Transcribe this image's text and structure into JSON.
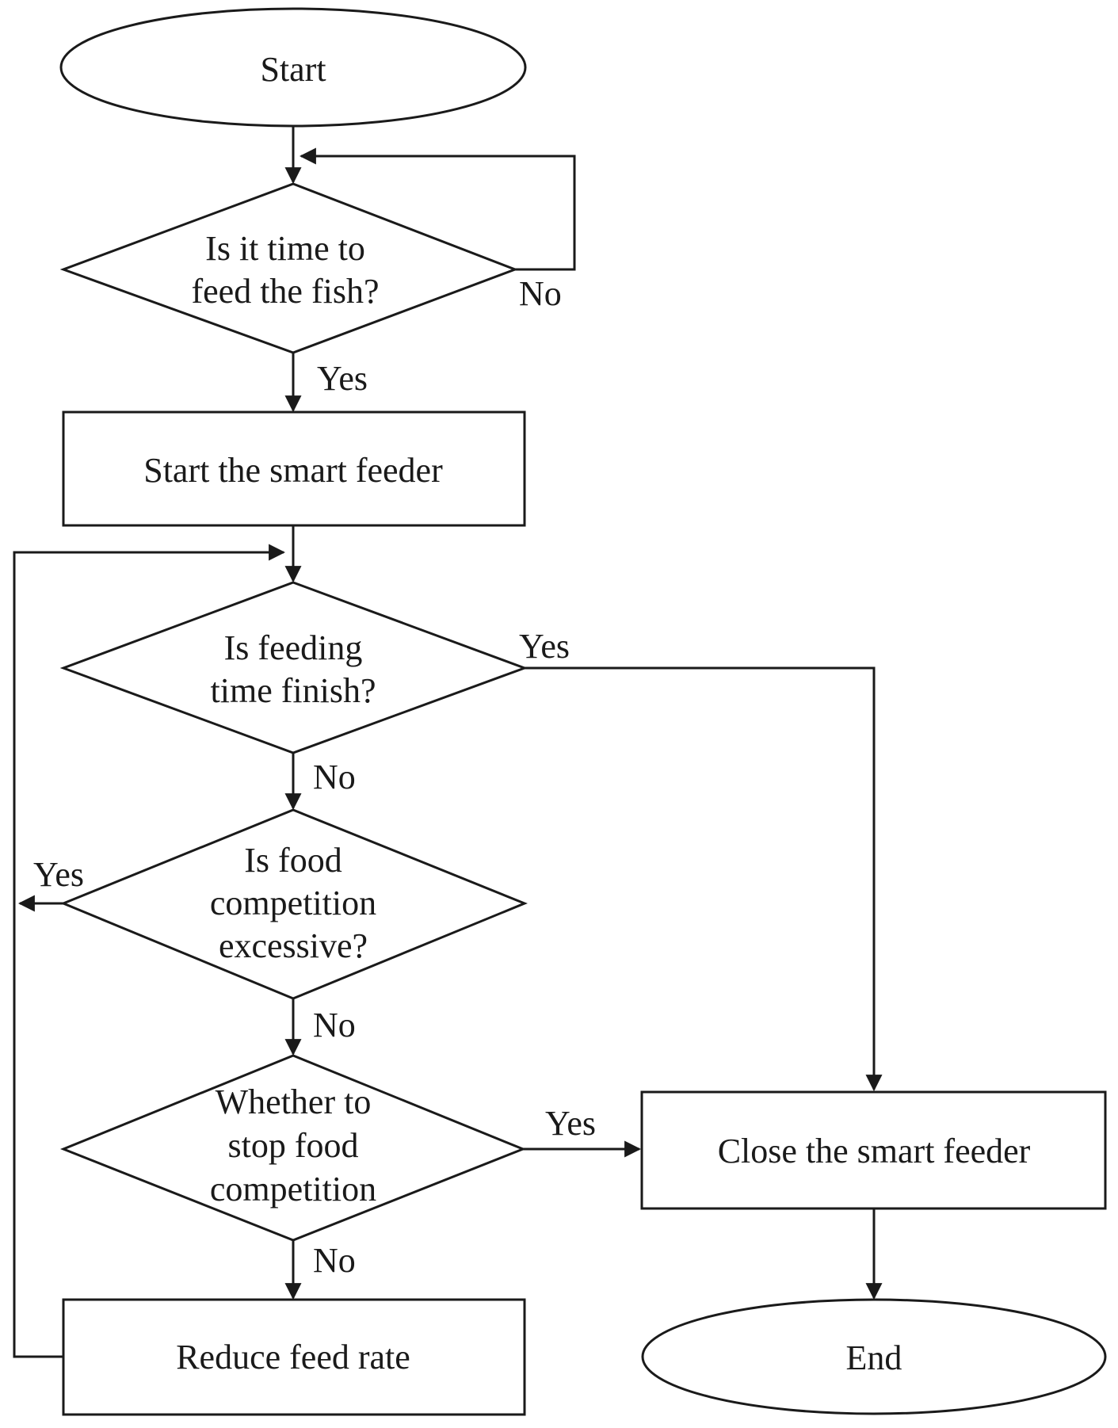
{
  "nodes": {
    "start": "Start",
    "decision_feed_time": [
      "Is it time to",
      "feed the fish?"
    ],
    "start_feeder": "Start the smart feeder",
    "decision_feeding_finish": [
      "Is feeding",
      "time finish?"
    ],
    "decision_competition": [
      "Is food",
      "competition",
      "excessive?"
    ],
    "decision_stop_competition": [
      "Whether to",
      "stop food",
      "competition"
    ],
    "close_feeder": "Close the smart feeder",
    "reduce_feed_rate": "Reduce feed rate",
    "end": "End"
  },
  "edges": {
    "feed_time_no": "No",
    "feed_time_yes": "Yes",
    "feeding_finish_yes": "Yes",
    "feeding_finish_no": "No",
    "competition_yes": "Yes",
    "competition_no": "No",
    "stop_competition_yes": "Yes",
    "stop_competition_no": "No"
  }
}
